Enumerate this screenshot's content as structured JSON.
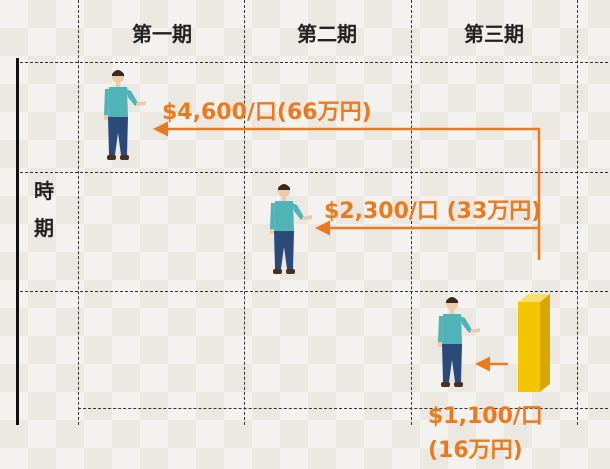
{
  "columns": [
    "第一期",
    "第二期",
    "第三期"
  ],
  "row_axis_label": [
    "時",
    "期"
  ],
  "prices": [
    {
      "period": "第一期",
      "text": "$4,600/口(66万円)"
    },
    {
      "period": "第二期",
      "text": "$2,300/口 (33万円)"
    },
    {
      "period": "第三期",
      "line1": "$1,100/口",
      "line2": "(16万円)"
    }
  ],
  "colors": {
    "accent": "#ec7a1c",
    "bar": "#f3c400",
    "figure_shirt": "#4fb3b8",
    "figure_pants": "#2b4a7a"
  }
}
